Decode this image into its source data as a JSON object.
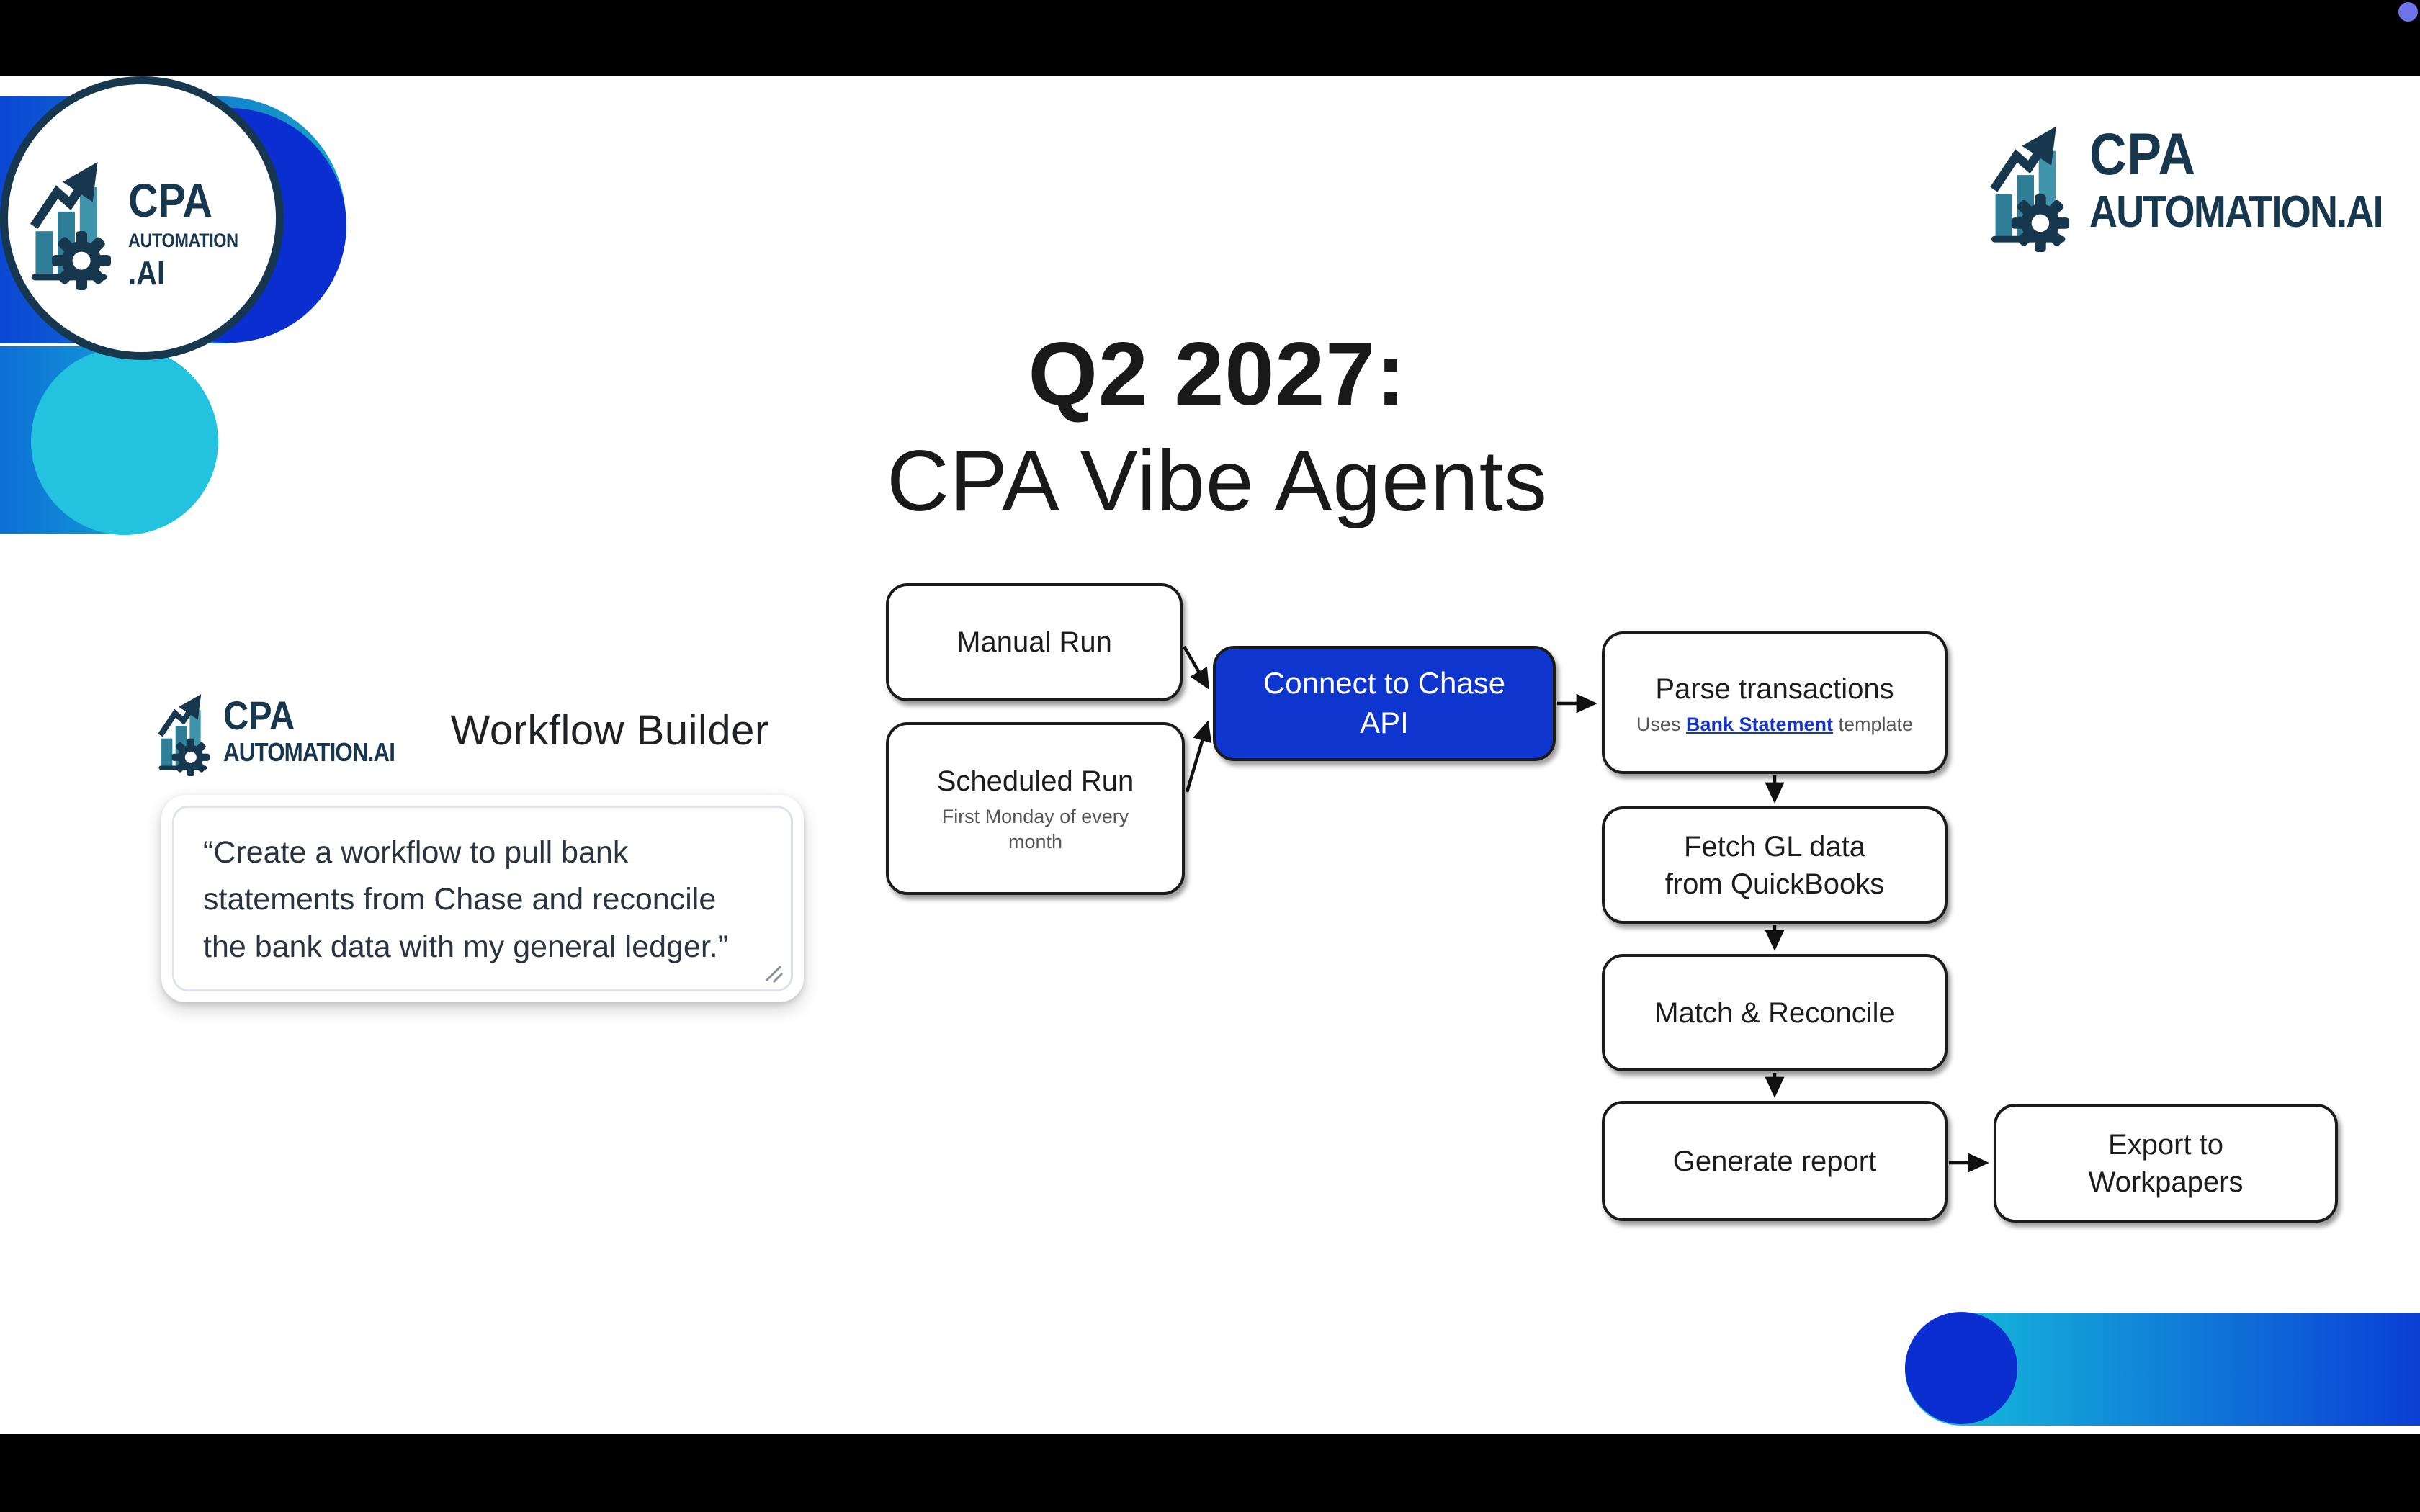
{
  "brand": {
    "cpa": "CPA",
    "automation_ai": "AUTOMATION.AI",
    "automation": "AUTOMATION",
    "ai": ".AI"
  },
  "title": {
    "line1": "Q2 2027:",
    "line2": "CPA Vibe Agents"
  },
  "workflow_builder": {
    "heading": "Workflow Builder",
    "prompt": "“Create a workflow to pull bank statements from Chase and reconcile the bank data with my general ledger.”"
  },
  "flowchart": {
    "manual_run": {
      "label": "Manual Run"
    },
    "scheduled_run": {
      "label": "Scheduled Run",
      "sublabel": "First Monday of every month"
    },
    "connect_chase": {
      "lines": [
        "Connect to Chase",
        "API"
      ]
    },
    "parse_transactions": {
      "label": "Parse transactions",
      "sub_prefix": "Uses ",
      "sub_link": "Bank Statement",
      "sub_suffix": " template"
    },
    "fetch_gl": {
      "lines": [
        "Fetch GL data",
        "from QuickBooks"
      ]
    },
    "match_reconcile": {
      "label": "Match & Reconcile"
    },
    "generate_report": {
      "label": "Generate report"
    },
    "export_workpapers": {
      "lines": [
        "Export to",
        "Workpapers"
      ]
    }
  },
  "colors": {
    "navy": "#17374e",
    "teal": "#2e7e97",
    "teal_light": "#3f93ab",
    "royal_blue": "#0b2ed0",
    "cyan": "#23c2de",
    "node_blue": "#0f35cf",
    "link_blue": "#1534c8",
    "text_dark": "#1c1c1c",
    "text_gray": "#555555",
    "grad_blue": "#0b47d4",
    "grad_teal": "#18a4c8",
    "grad2_left": "#0c6fd6",
    "grad2_right": "#1ab9d8",
    "grad_br_left": "#16c4da",
    "grad_br_right": "#0a3fd6",
    "dot_purple": "#7173ea"
  }
}
